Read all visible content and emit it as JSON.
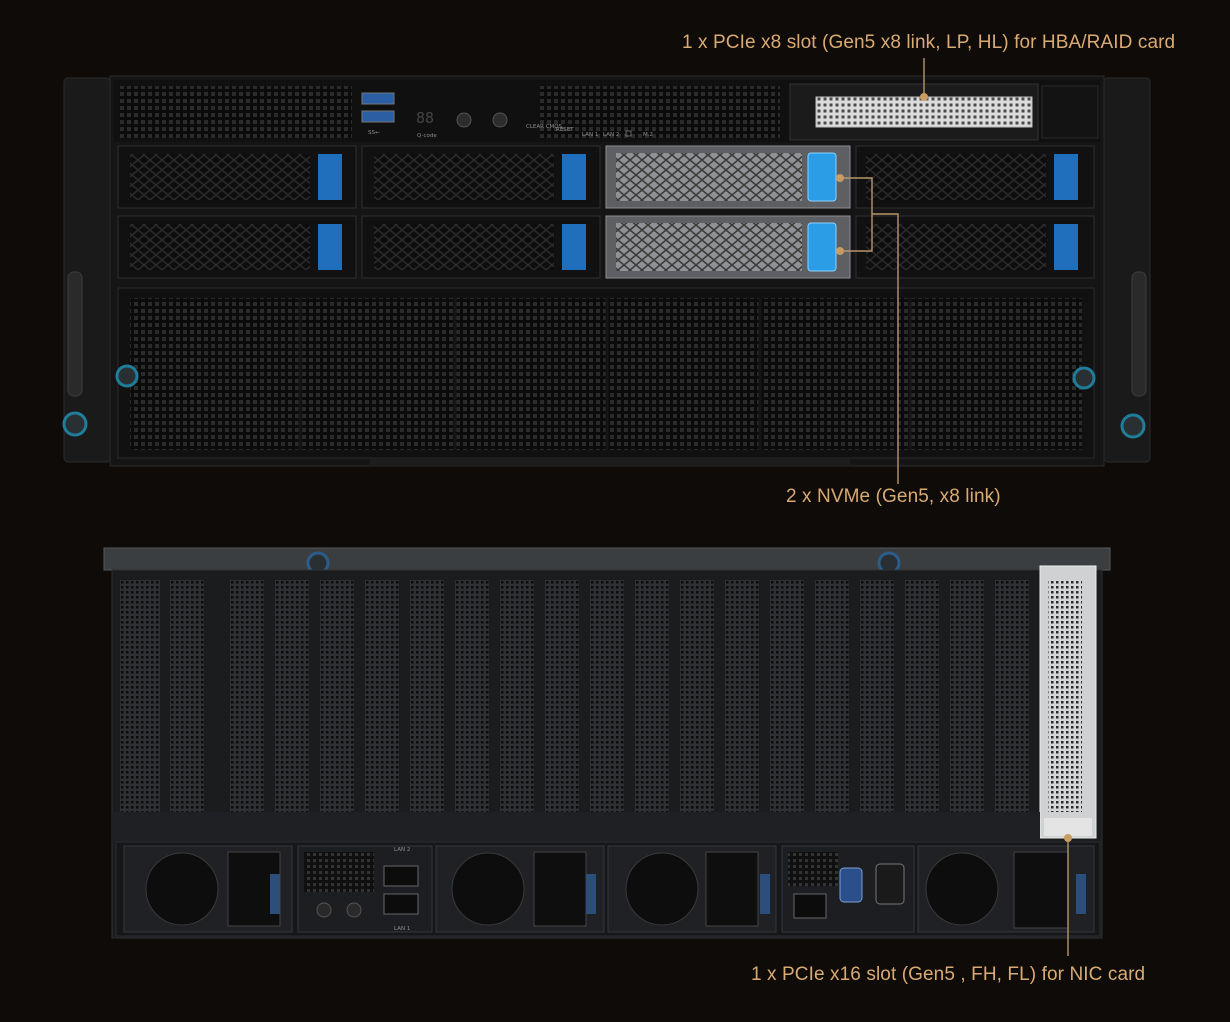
{
  "callouts": {
    "hba_slot": "1 x PCIe x8 slot (Gen5 x8 link, LP, HL) for HBA/RAID card",
    "nvme": "2 x NVMe (Gen5, x8 link)",
    "nic_slot": "1 x PCIe x16 slot (Gen5 , FH, FL) for NIC card"
  },
  "front_panel_labels": {
    "usb": "SS←",
    "q_code_display": "88",
    "q_code": "Q-code",
    "clear_cmos": "CLEAR CMOS",
    "reset": "RESET",
    "lan1": "LAN 1",
    "lan2": "LAN 2",
    "m2": "M.2"
  },
  "rear_panel_labels": {
    "lan2": "LAN 2",
    "lan1": "LAN 1"
  },
  "colors": {
    "background": "#0f0b09",
    "callout_text": "#d9ab73",
    "leader_line": "#b8956b",
    "drive_latch": "#1f6fbd",
    "highlight_latch": "#2b9ce6"
  }
}
